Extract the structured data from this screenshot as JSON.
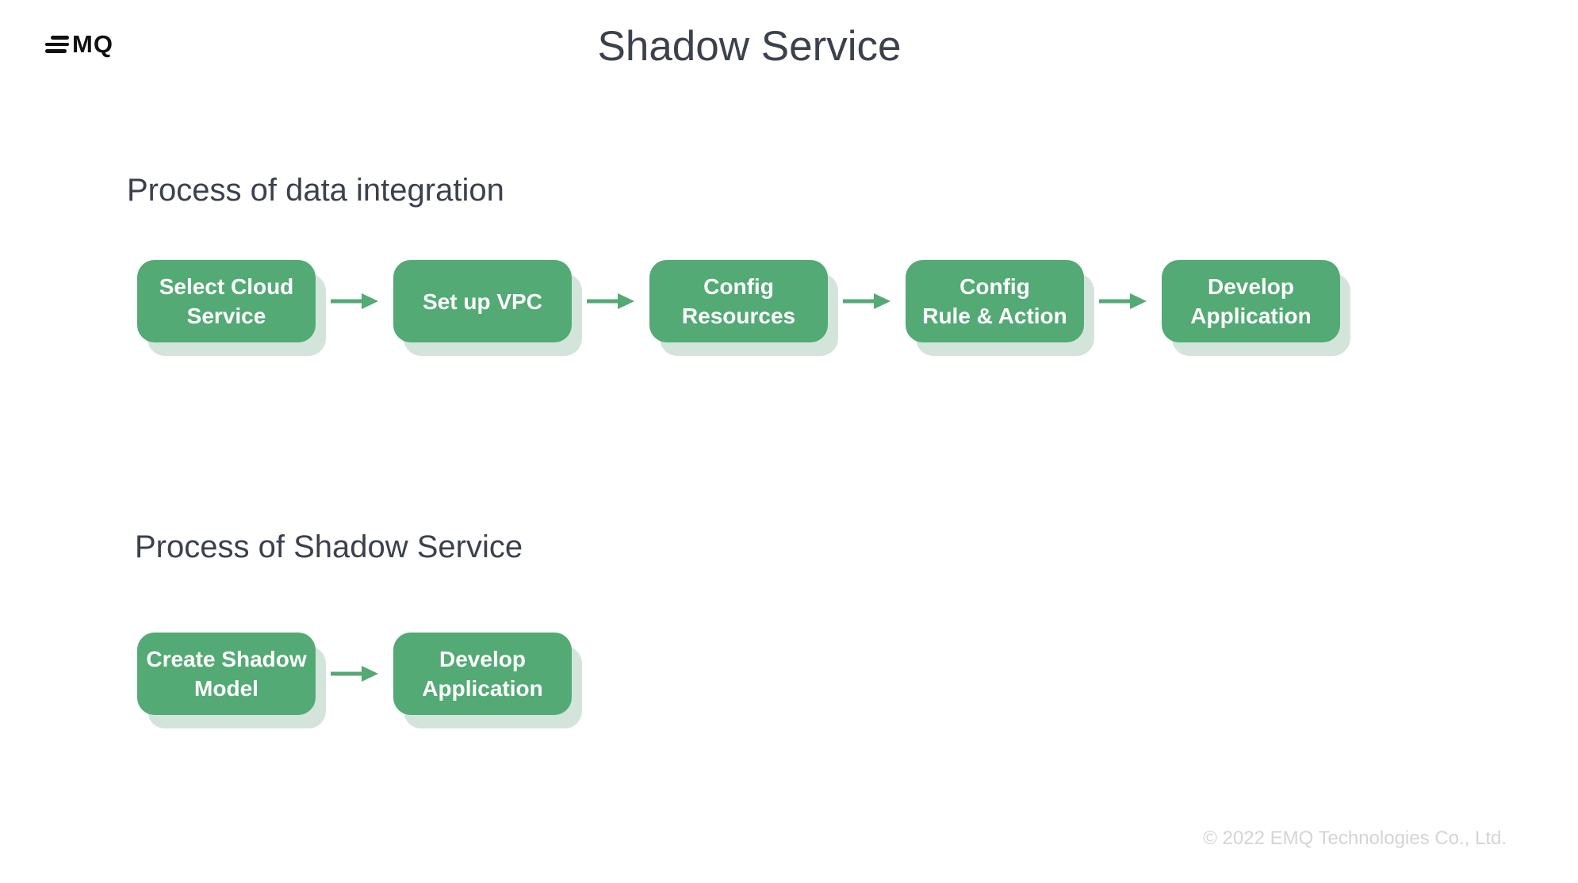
{
  "logo": {
    "icon": "emq-bars-icon",
    "text": "MQ"
  },
  "title": "Shadow Service",
  "sections": [
    {
      "heading": "Process of data integration",
      "steps": [
        {
          "label": "Select Cloud\nService"
        },
        {
          "label": "Set up VPC"
        },
        {
          "label": "Config\nResources"
        },
        {
          "label": "Config\nRule &  Action"
        },
        {
          "label": "Develop\nApplication"
        }
      ]
    },
    {
      "heading": "Process of Shadow Service",
      "steps": [
        {
          "label": "Create Shadow\nModel"
        },
        {
          "label": "Develop\nApplication"
        }
      ]
    }
  ],
  "footer": {
    "copyright": "© 2022 EMQ Technologies Co., Ltd."
  },
  "colors": {
    "box_green": "#53aa74",
    "box_shadow": "#d3e5db",
    "arrow": "#53aa74",
    "heading_text": "#3b414d",
    "footer_text": "#d4d4d4"
  }
}
